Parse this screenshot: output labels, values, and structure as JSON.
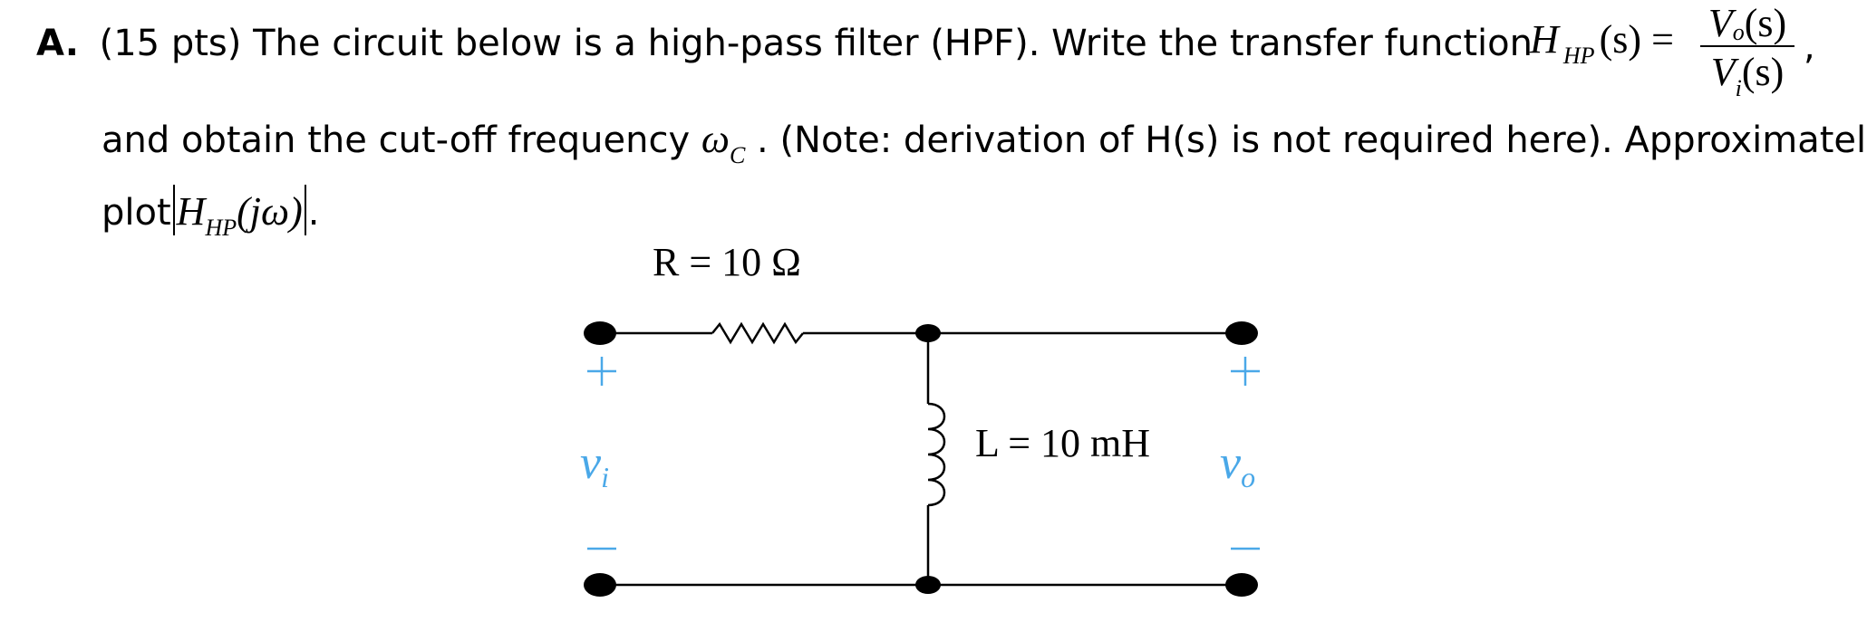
{
  "problem": {
    "label": "A.",
    "line1_text": "(15 pts) The circuit below is a high-pass filter (HPF). Write the transfer function",
    "hfunc": {
      "H": "H",
      "sub": "HP",
      "arg": "(s) ="
    },
    "fraction": {
      "num_V": "V",
      "num_sub": "o",
      "num_arg": "(s)",
      "den_V": "V",
      "den_sub": "i",
      "den_arg": "(s)"
    },
    "comma": ",",
    "line2_pre": "and obtain the cut-off frequency",
    "omega_c": {
      "w": "ω",
      "sub": "C",
      "dot": "."
    },
    "line2_post": "(Note: derivation of H(s) is not required here). Approximately,",
    "line3_pre": "plot",
    "hjw": {
      "H": "H",
      "sub": "HP",
      "arg": "(jω)"
    },
    "line3_end": "."
  },
  "circuit": {
    "resistor_label": "R = 10 Ω",
    "inductor_label": "L = 10 mH",
    "input": {
      "plus": "+",
      "minus": "–",
      "var": "v",
      "sub": "i"
    },
    "output": {
      "plus": "+",
      "minus": "–",
      "var": "v",
      "sub": "o"
    },
    "port_color": "#4aa8e8"
  }
}
